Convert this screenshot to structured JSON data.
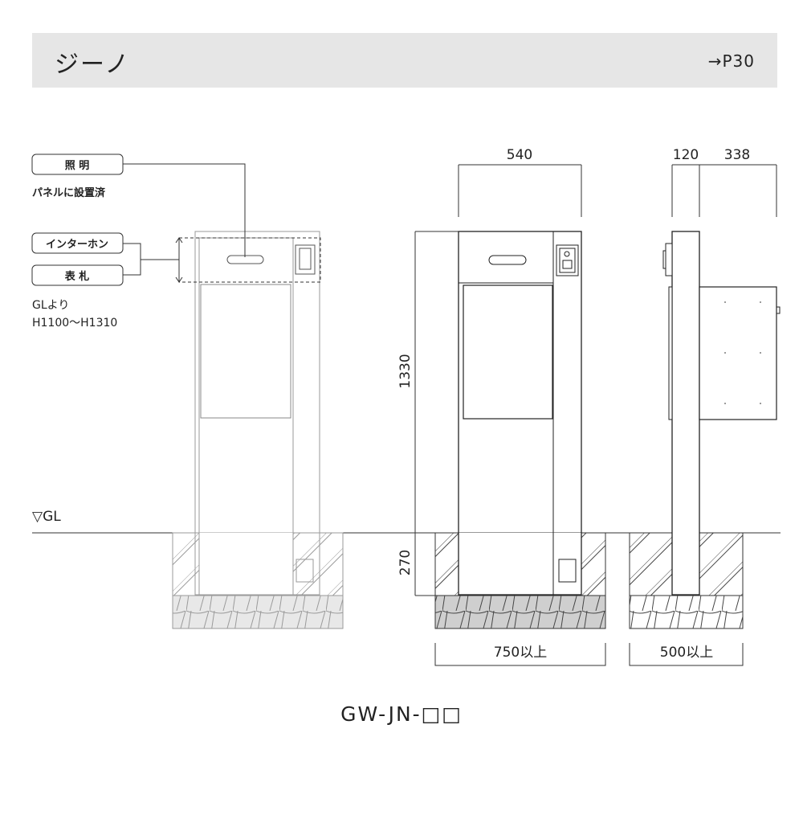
{
  "header": {
    "title": "ジーノ",
    "page_ref": "→P30"
  },
  "callouts": {
    "lighting": "照 明",
    "lighting_note": "パネルに設置済",
    "intercom": "インターホン",
    "nameplate": "表 札",
    "height_note_1": "GLより",
    "height_note_2": "H1100〜H1310"
  },
  "ground_label": "▽GL",
  "dimensions": {
    "front_width": "540",
    "side_depth_a": "120",
    "side_depth_b": "338",
    "height_above": "1330",
    "depth_below": "270",
    "foundation_front": "750以上",
    "foundation_side": "500以上"
  },
  "model": "GW-JN-□□",
  "colors": {
    "header_bg": "#e6e6e6",
    "line": "#222222",
    "faint_line": "#9a9a9a",
    "fill_gray": "#cfcfcf"
  }
}
